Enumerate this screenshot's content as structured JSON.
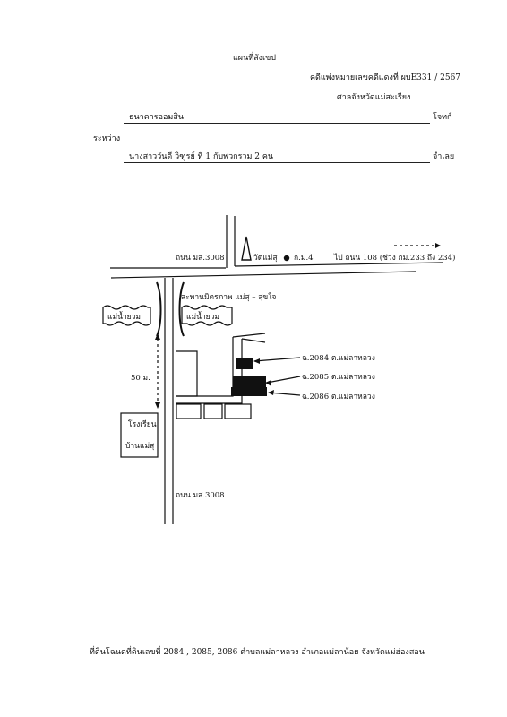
{
  "header": {
    "title": "แผนที่สังเขป",
    "case_line": "คดีแพ่งหมายเลขคดีแดงที่ ผบE331 / 2567",
    "court": "ศาลจังหวัดแม่สะเรียง"
  },
  "parties": {
    "plaintiff_name": "ธนาคารออมสิน",
    "plaintiff_role": "โจทก์",
    "between": "ระหว่าง",
    "defendant_name": "นางสาววันดี วิฑูรย์ ที่ 1 กับพวกรวม 2 คน",
    "defendant_role": "จำเลย"
  },
  "map": {
    "road_top": "ถนน มส.3008",
    "temple": "วัดแม่สุ",
    "km": "ก.ม.4",
    "to_road": "ไป ถนน 108 (ช่วง กม.233 ถึง 234)",
    "bridge": "สะพานมิตรภาพ แม่สุ – สุขใจ",
    "river_left": "แม่น้ำยวม",
    "river_right": "แม่น้ำยวม",
    "distance": "50 ม.",
    "school_line1": "โรงเรียน",
    "school_line2": "บ้านแม่สุ",
    "plot1": "ฉ.2084 ต.แม่ลาหลวง",
    "plot2": "ฉ.2085 ต.แม่ลาหลวง",
    "plot3": "ฉ.2086 ต.แม่ลาหลวง",
    "road_bottom": "ถนน มส.3008"
  },
  "footer": {
    "note": "ที่ดินโฉนดที่ดินเลขที่ 2084 , 2085, 2086 ตำบลแม่ลาหลวง อำเภอแม่ลาน้อย จังหวัดแม่ฮ่องสอน"
  }
}
